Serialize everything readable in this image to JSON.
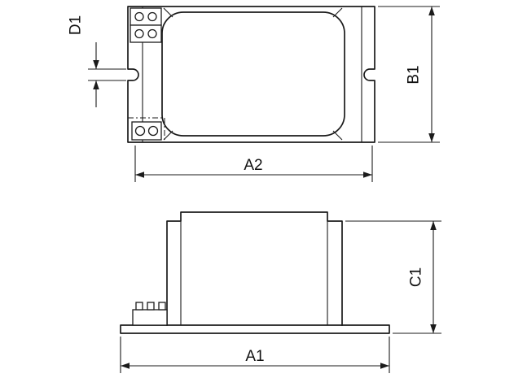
{
  "drawing": {
    "type": "dimensional-outline-drawing",
    "colors": {
      "background": "#ffffff",
      "line": "#1b1b1b"
    },
    "top_view": {
      "slot_width_label": "D1",
      "height_label": "B1",
      "width_label": "A2"
    },
    "front_view": {
      "height_label": "C1",
      "width_label": "A1"
    }
  }
}
